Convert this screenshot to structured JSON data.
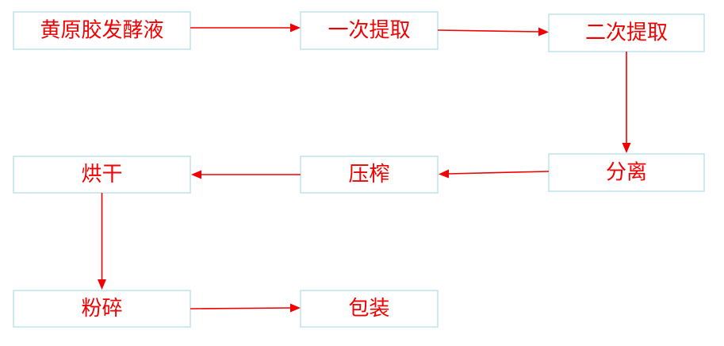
{
  "colors": {
    "text": "#f00000",
    "arrow": "#f00000",
    "box_border": "#bfe3ea",
    "box_fill": "#ffffff",
    "background": "#ffffff"
  },
  "nodes": {
    "n1": {
      "label": "黄原胶发酵液"
    },
    "n2": {
      "label": "一次提取"
    },
    "n3": {
      "label": "二次提取"
    },
    "n4": {
      "label": "分离"
    },
    "n5": {
      "label": "压榨"
    },
    "n6": {
      "label": "烘干"
    },
    "n7": {
      "label": "粉碎"
    },
    "n8": {
      "label": "包装"
    }
  },
  "edges": [
    {
      "from": "n1",
      "to": "n2"
    },
    {
      "from": "n2",
      "to": "n3"
    },
    {
      "from": "n3",
      "to": "n4"
    },
    {
      "from": "n4",
      "to": "n5"
    },
    {
      "from": "n5",
      "to": "n6"
    },
    {
      "from": "n6",
      "to": "n7"
    },
    {
      "from": "n7",
      "to": "n8"
    }
  ]
}
